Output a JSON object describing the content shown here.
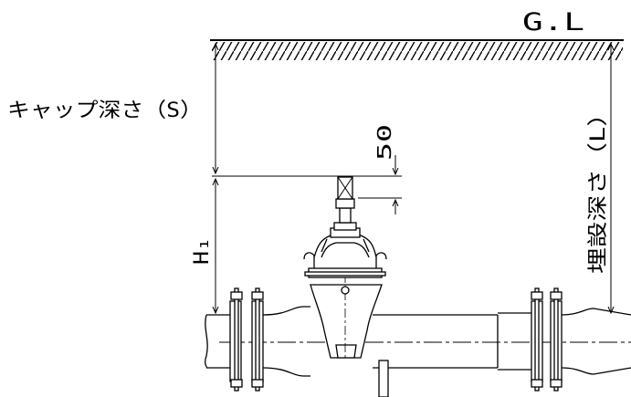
{
  "labels": {
    "ground_level": "G.L",
    "cap_depth": "キャップ深さ（S）",
    "burial_depth": "埋設深さ（L）",
    "h1": "H₁",
    "dim_50": "50"
  }
}
